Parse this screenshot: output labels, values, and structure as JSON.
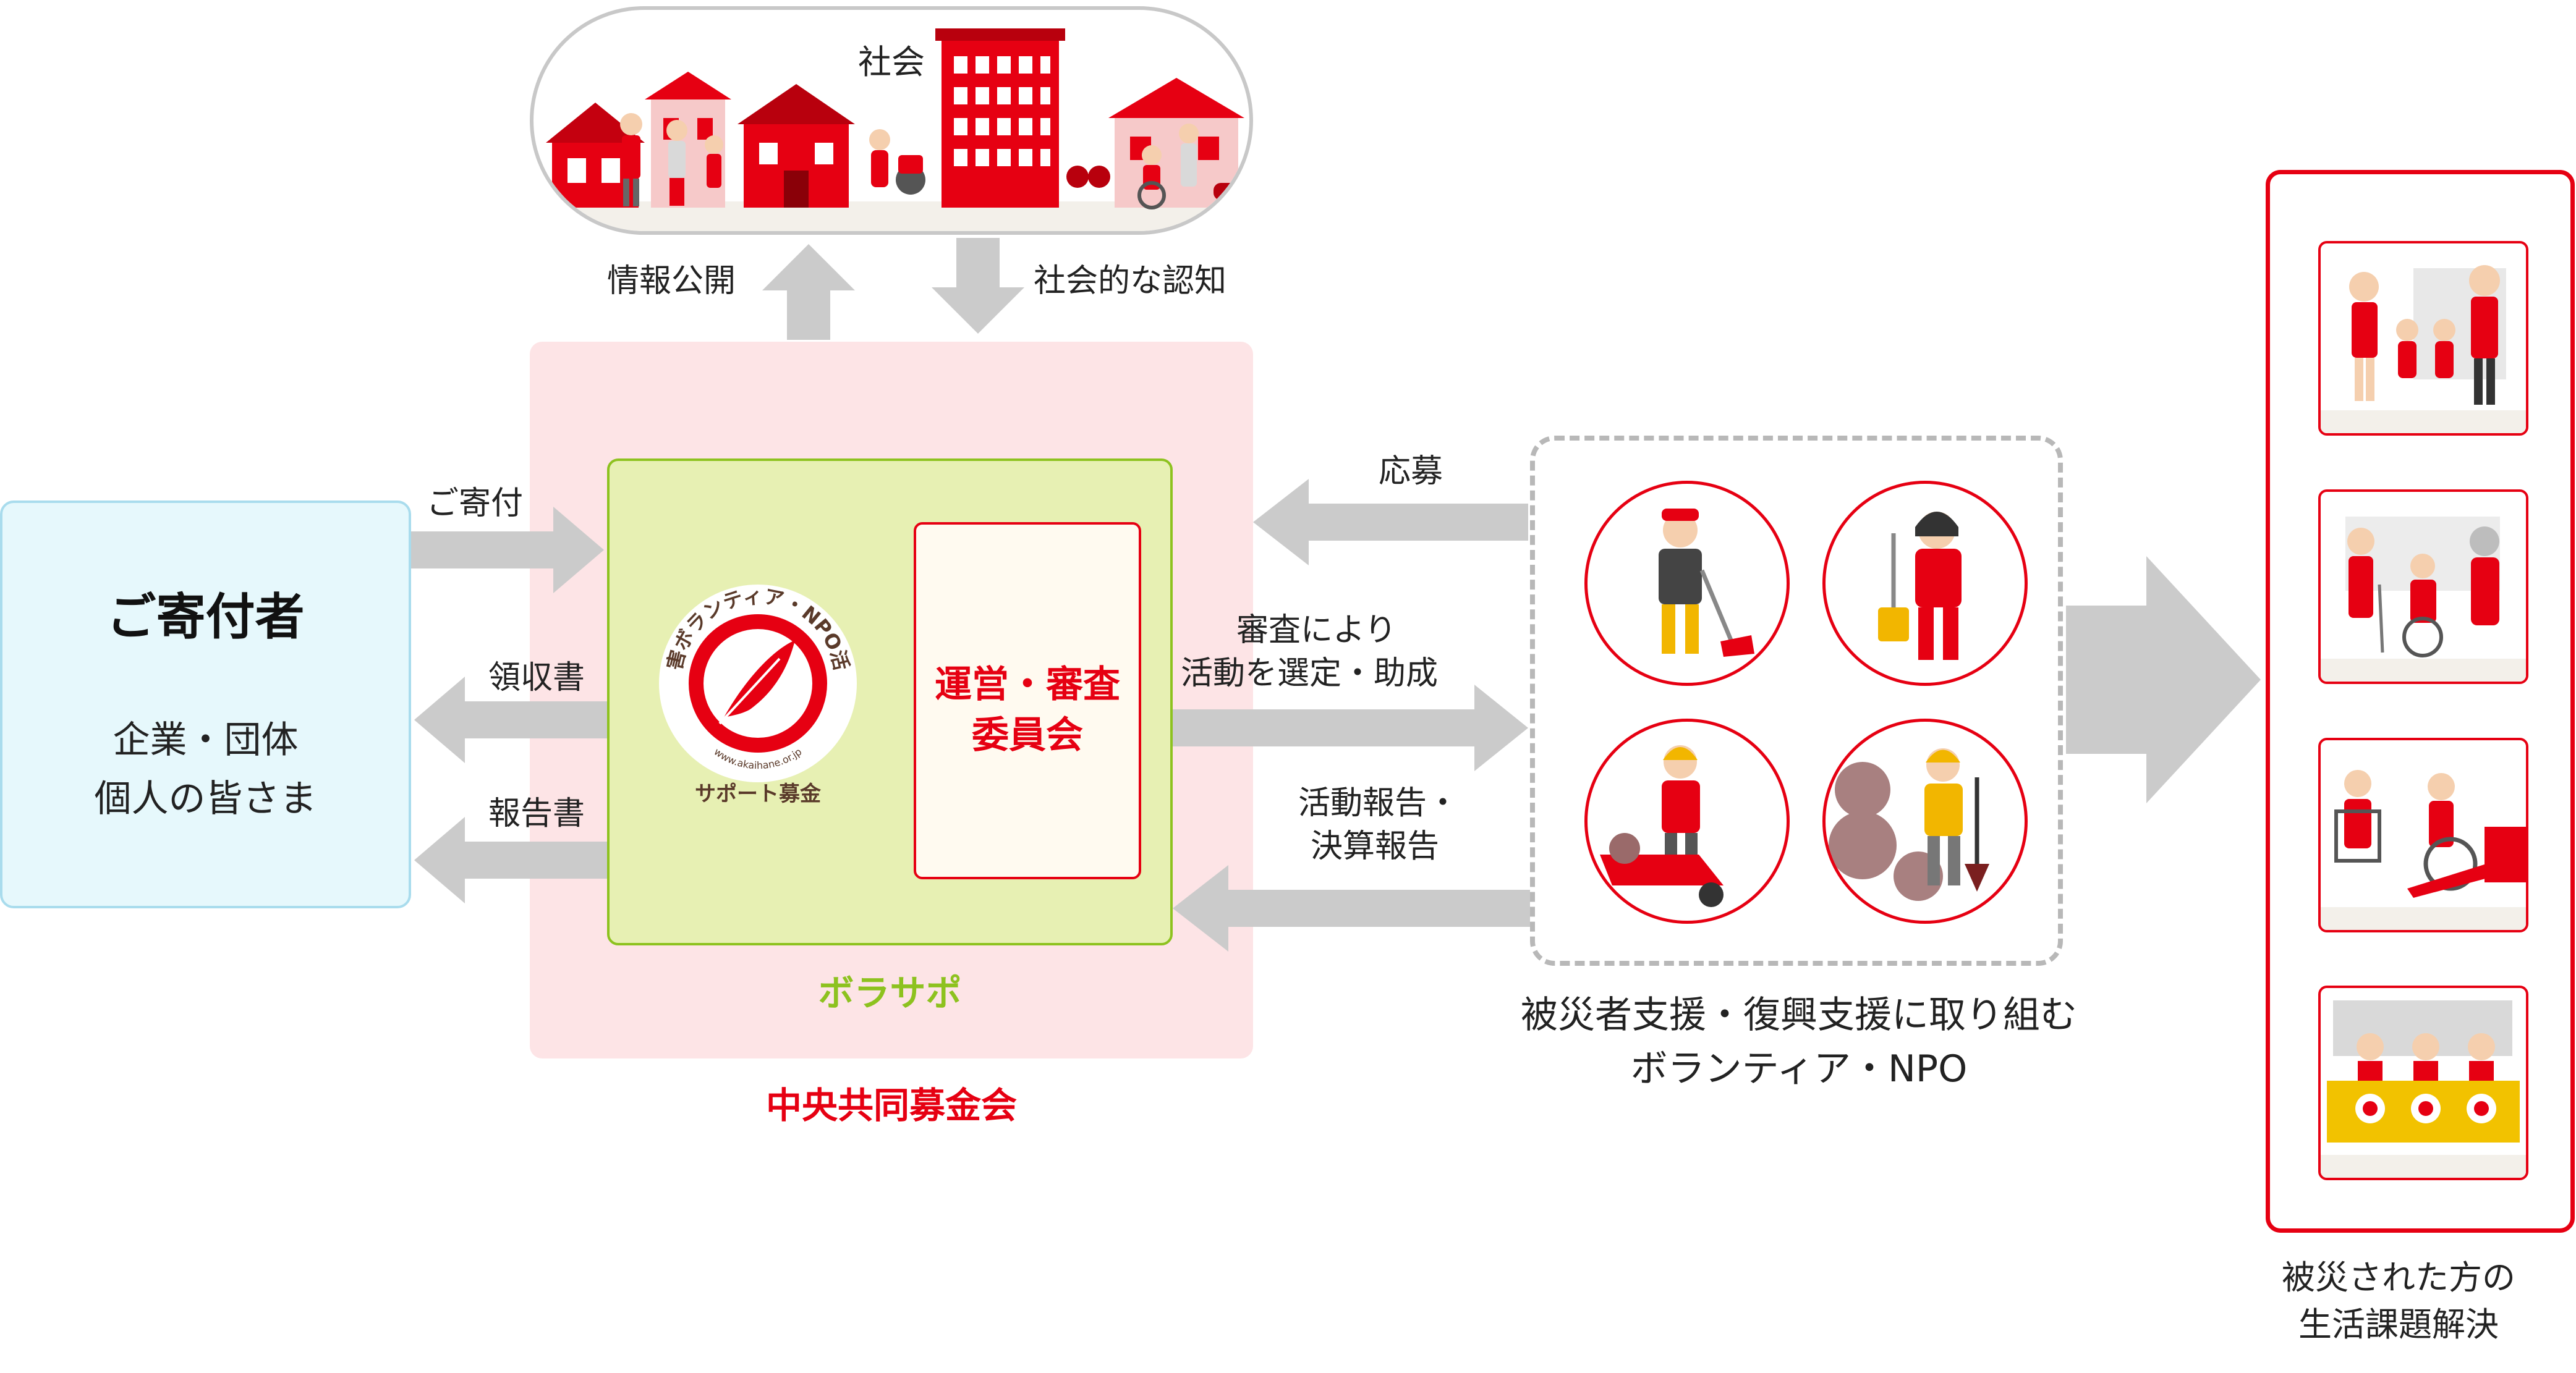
{
  "society": {
    "title": "社会"
  },
  "arrows": {
    "info_disclosure": "情報公開",
    "social_recognition": "社会的な認知",
    "donation": "ご寄付",
    "receipt": "領収書",
    "report": "報告書",
    "application": "応募",
    "selection_line1": "審査により",
    "selection_line2": "活動を選定・助成",
    "activity_report_line1": "活動報告・",
    "activity_report_line2": "決算報告"
  },
  "donor": {
    "title": "ご寄付者",
    "line1": "企業・団体",
    "line2": "個人の皆さま"
  },
  "central": {
    "label": "中央共同募金会"
  },
  "borasapo": {
    "label": "ボラサポ",
    "logo_top_text": "災害ボランティア・NPO活動",
    "logo_bottom_text": "サポート募金",
    "logo_url_text": "www.akaihane.or.jp",
    "logo_icon": "red-feather-icon"
  },
  "committee": {
    "line1": "運営・審査",
    "line2": "委員会"
  },
  "npo": {
    "line1": "被災者支援・復興支援に取り組む",
    "line2": "ボランティア・NPO"
  },
  "result": {
    "line1": "被災された方の",
    "line2": "生活課題解決"
  },
  "colors": {
    "red": "#e60012",
    "green": "#8dc21f",
    "arrow_gray": "#cbcbcb",
    "pink": "#fde4e6",
    "light_blue": "#e6f8fc"
  }
}
